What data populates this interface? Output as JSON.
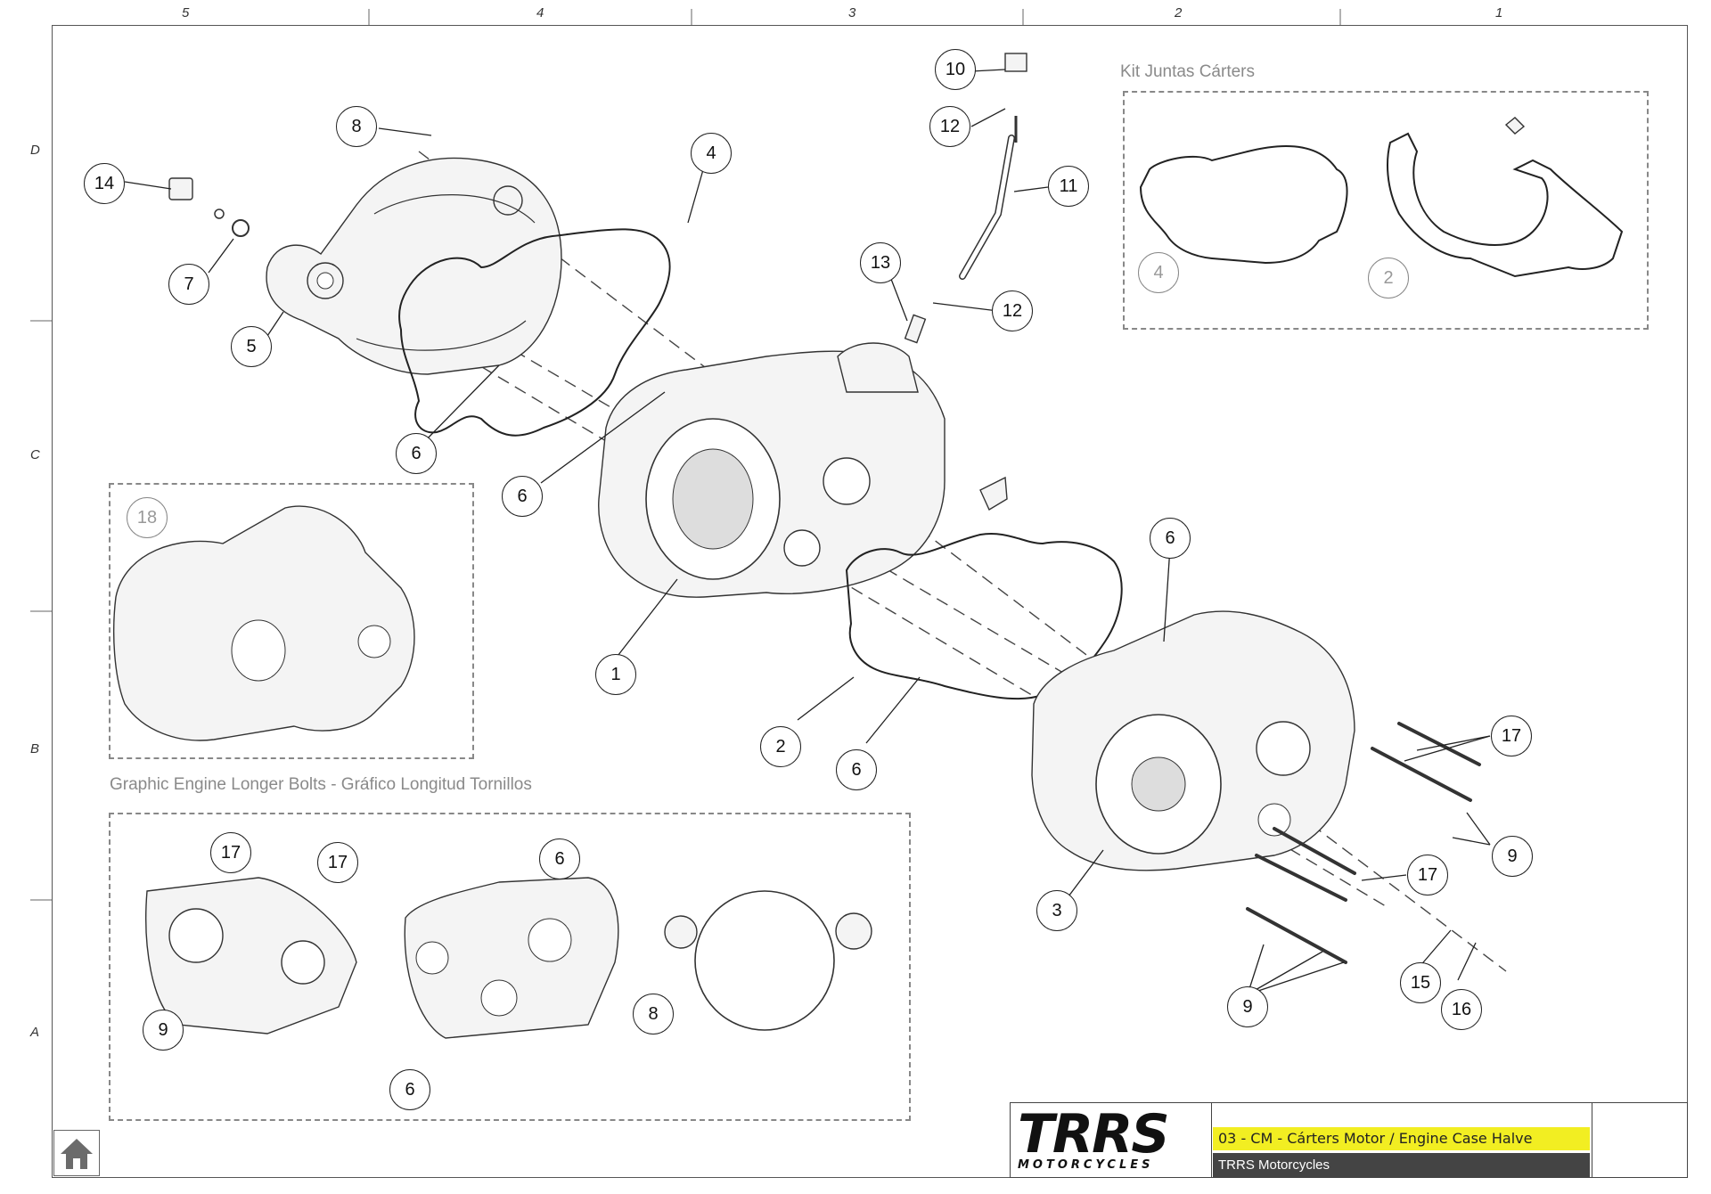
{
  "sheet": {
    "column_numbers": [
      "5",
      "4",
      "3",
      "2",
      "1"
    ],
    "row_letters": [
      "D",
      "C",
      "B",
      "A"
    ]
  },
  "labels": {
    "kit": "Kit Juntas Cárters",
    "bolts_graphic": "Graphic Engine Longer Bolts - Gráfico Longitud Tornillos"
  },
  "callouts": {
    "c10": "10",
    "c8": "8",
    "c4": "4",
    "c14": "14",
    "c12a": "12",
    "c11": "11",
    "c7": "7",
    "c5": "5",
    "c13": "13",
    "c12b": "12",
    "c6a": "6",
    "c6b": "6",
    "c18": "18",
    "c6c": "6",
    "c1": "1",
    "c2": "2",
    "c6d": "6",
    "c17a": "17",
    "c9a": "9",
    "c3": "3",
    "c17b": "17",
    "c15": "15",
    "c16": "16",
    "c9b": "9",
    "c17c": "17",
    "c17d": "17",
    "c6e": "6",
    "c9c": "9",
    "c8b": "8",
    "c6f": "6",
    "k4": "4",
    "k2": "2"
  },
  "titleblock": {
    "brand": "TRRS",
    "brand_sub": "MOTORCYCLES",
    "title": "03 - CM - Cárters Motor / Engine Case Halve",
    "subtitle": "TRRS Motorcycles"
  },
  "icons": {
    "home": "home-icon",
    "badge": "trrs-shield-icon"
  },
  "colors": {
    "accent_yellow": "#f2ee22",
    "subtitle_bar": "#444444"
  }
}
